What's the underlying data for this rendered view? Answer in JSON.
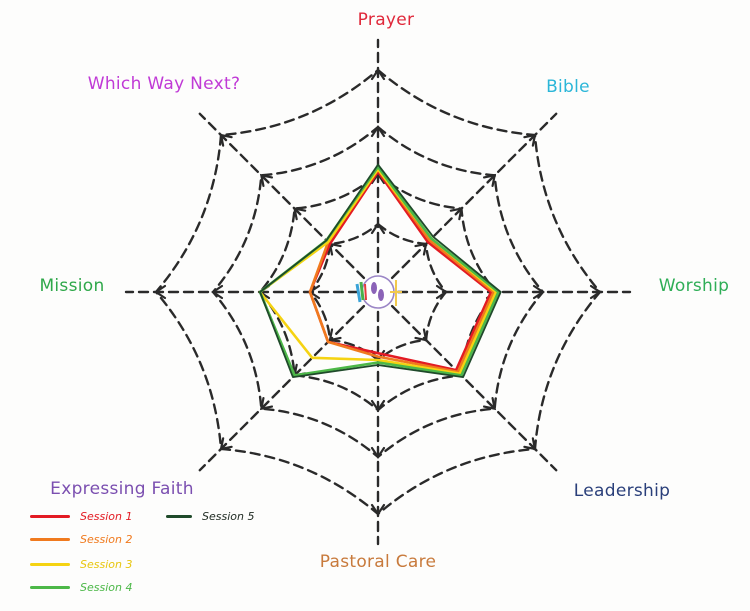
{
  "chart_data": {
    "type": "radar",
    "title": "",
    "center": [
      378,
      292
    ],
    "scale_max": 4,
    "ring_radii": [
      68,
      118,
      165,
      222
    ],
    "axes": [
      {
        "label": "Prayer",
        "color": "#e0283a"
      },
      {
        "label": "Bible",
        "color": "#2bb6d8"
      },
      {
        "label": "Worship",
        "color": "#2fae57"
      },
      {
        "label": "Leadership",
        "color": "#2a3f7a"
      },
      {
        "label": "Pastoral Care",
        "color": "#c87a3c"
      },
      {
        "label": "Expressing Faith",
        "color": "#7b4fb0"
      },
      {
        "label": "Mission",
        "color": "#2fa84a"
      },
      {
        "label": "Which Way Next?",
        "color": "#c03ad6"
      }
    ],
    "series": [
      {
        "name": "Session 1",
        "color": "#e31b23",
        "values": [
          2.05,
          1.05,
          1.9,
          1.85,
          0.9,
          1.05,
          1.0,
          1.0
        ]
      },
      {
        "name": "Session 2",
        "color": "#f07a1e",
        "values": [
          2.1,
          1.1,
          1.95,
          1.9,
          0.95,
          1.05,
          1.0,
          1.05
        ]
      },
      {
        "name": "Session 3",
        "color": "#f5d312",
        "values": [
          2.1,
          1.15,
          2.0,
          1.95,
          1.0,
          1.5,
          2.0,
          1.05
        ]
      },
      {
        "name": "Session 4",
        "color": "#4cb848",
        "values": [
          2.15,
          1.15,
          2.05,
          2.0,
          1.05,
          2.0,
          2.0,
          1.1
        ]
      },
      {
        "name": "Session 5",
        "color": "#1f4a2a",
        "values": [
          2.2,
          1.2,
          2.1,
          2.05,
          1.1,
          2.05,
          2.0,
          1.1
        ]
      }
    ],
    "legend_position": "bottom-left",
    "grid": "dashed web"
  },
  "labels": {
    "prayer": "Prayer",
    "bible": "Bible",
    "worship": "Worship",
    "leadership": "Leadership",
    "pastoral_care": "Pastoral Care",
    "expressing_faith": "Expressing Faith",
    "mission": "Mission",
    "which_way_next": "Which Way Next?"
  },
  "legend": [
    {
      "label": "Session 1",
      "color": "#e31b23"
    },
    {
      "label": "Session 2",
      "color": "#f07a1e"
    },
    {
      "label": "Session 3",
      "color": "#f5d312"
    },
    {
      "label": "Session 4",
      "color": "#4cb848"
    },
    {
      "label": "Session 5",
      "color": "#1f4a2a"
    }
  ],
  "center_logo": {
    "icon": "footprints-logo-icon"
  }
}
